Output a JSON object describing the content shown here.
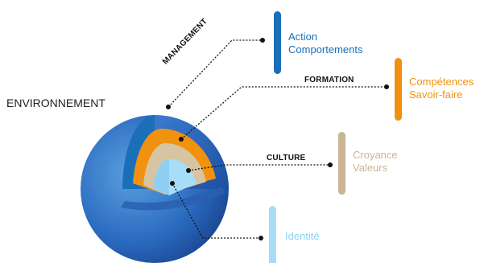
{
  "environment_label": "ENVIRONNEMENT",
  "layers": [
    {
      "id": "management",
      "caption": "MANAGEMENT",
      "lines": [
        "Action",
        "Comportements"
      ],
      "color": "#1a6fb8"
    },
    {
      "id": "formation",
      "caption": "FORMATION",
      "lines": [
        "Compétences",
        "Savoir-faire"
      ],
      "color": "#f0920f"
    },
    {
      "id": "culture",
      "caption": "CULTURE",
      "lines": [
        "Croyance",
        "Valeurs"
      ],
      "color": "#c9b596"
    },
    {
      "id": "identite",
      "caption": "",
      "lines": [
        "Identité"
      ],
      "color": "#8fd0f2"
    }
  ]
}
